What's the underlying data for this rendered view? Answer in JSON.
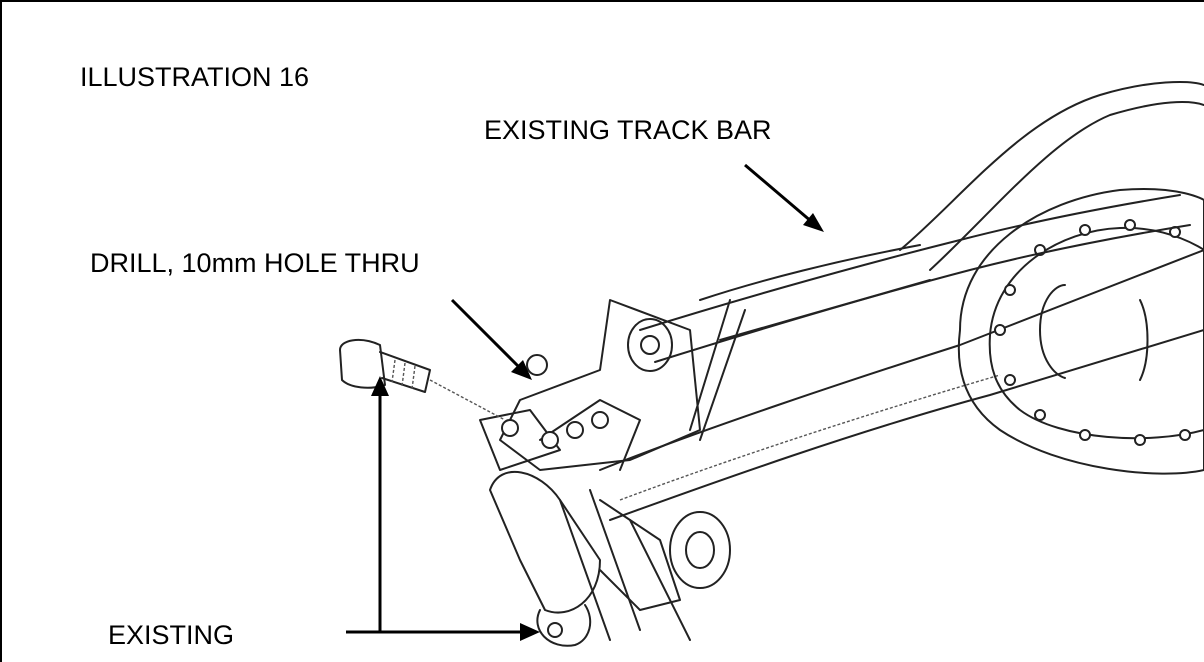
{
  "illustration": {
    "title": "ILLUSTRATION 16",
    "labels": {
      "track_bar": "EXISTING TRACK BAR",
      "drill": "DRILL, 10mm HOLE THRU",
      "existing": "EXISTING"
    }
  }
}
